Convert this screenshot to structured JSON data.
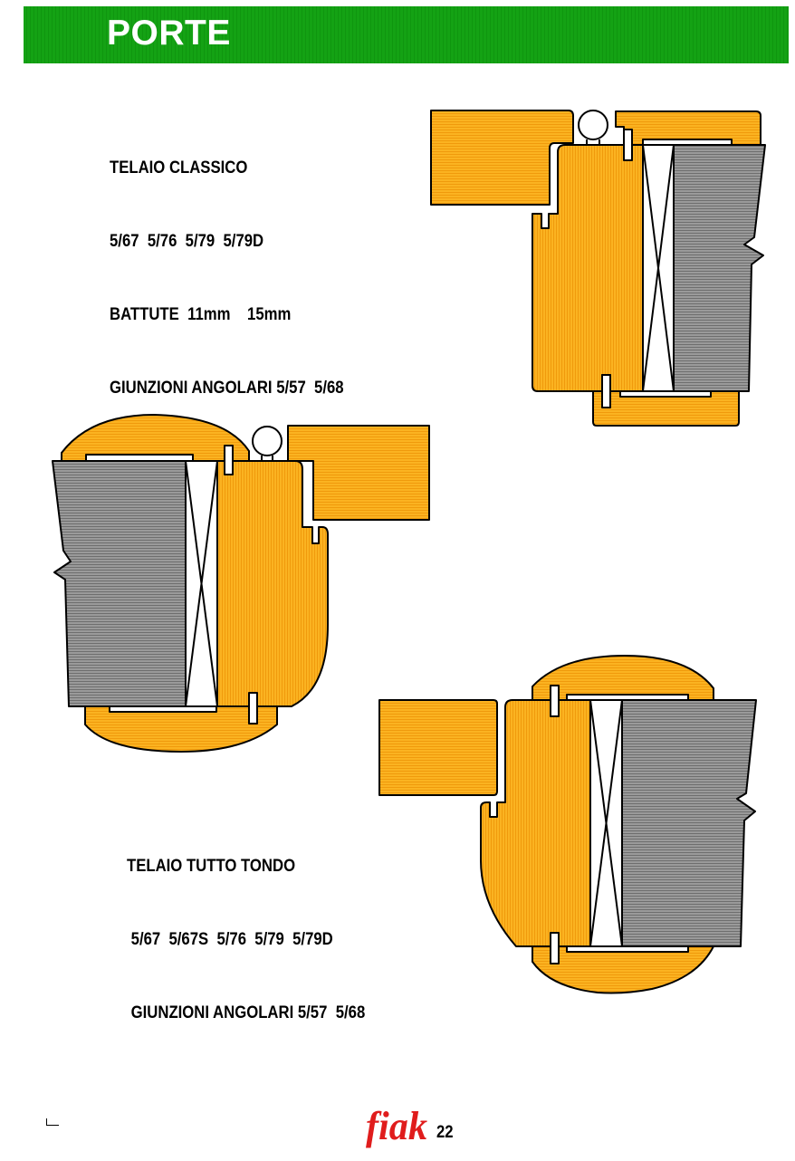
{
  "header": {
    "title": "PORTE",
    "color": "#14a214"
  },
  "section_classic": {
    "lines": [
      "TELAIO CLASSICO",
      "5/67  5/76  5/79  5/79D",
      "BATTUTE  11mm    15mm",
      "GIUNZIONI ANGOLARI 5/57  5/68"
    ]
  },
  "section_round": {
    "lines": [
      "TELAIO TUTTO TONDO",
      " 5/67  5/67S  5/76  5/79  5/79D",
      " GIUNZIONI ANGOLARI 5/57  5/68"
    ]
  },
  "footer": {
    "logo_text": "fiak",
    "page_number": "22",
    "logo_color": "#e01c1c"
  },
  "colors": {
    "wood": "#fbb321",
    "glass": "#8f8f8f",
    "accent_green": "#14a214"
  }
}
